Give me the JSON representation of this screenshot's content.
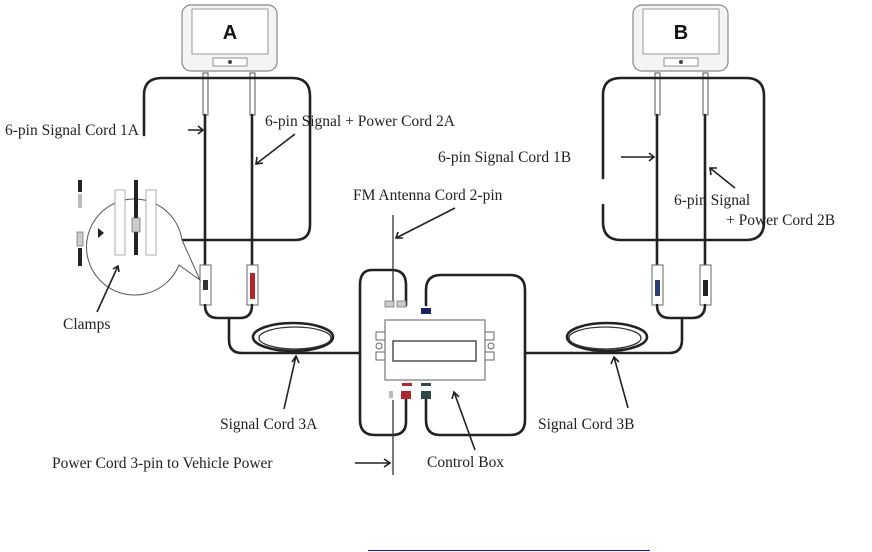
{
  "monitors": [
    {
      "id": "A",
      "label": "A"
    },
    {
      "id": "B",
      "label": "B"
    }
  ],
  "labels": {
    "signal_cord_1a": "6-pin Signal Cord 1A",
    "signal_power_2a": "6-pin Signal + Power Cord 2A",
    "signal_cord_1b": "6-pin Signal Cord 1B",
    "signal_power_2b_line1": "6-pin Signal",
    "signal_power_2b_line2": "+ Power Cord 2B",
    "fm_antenna": "FM Antenna Cord 2-pin",
    "clamps": "Clamps",
    "signal_cord_3a": "Signal Cord 3A",
    "signal_cord_3b": "Signal Cord 3B",
    "control_box": "Control Box",
    "power_cord": "Power Cord 3-pin to Vehicle Power"
  },
  "colors": {
    "connector_red": "#b0262b",
    "connector_navy": "#1c2266",
    "connector_blue": "#2a3f7a",
    "connector_teal": "#2f4a48",
    "link_underline": "#1010c8"
  }
}
